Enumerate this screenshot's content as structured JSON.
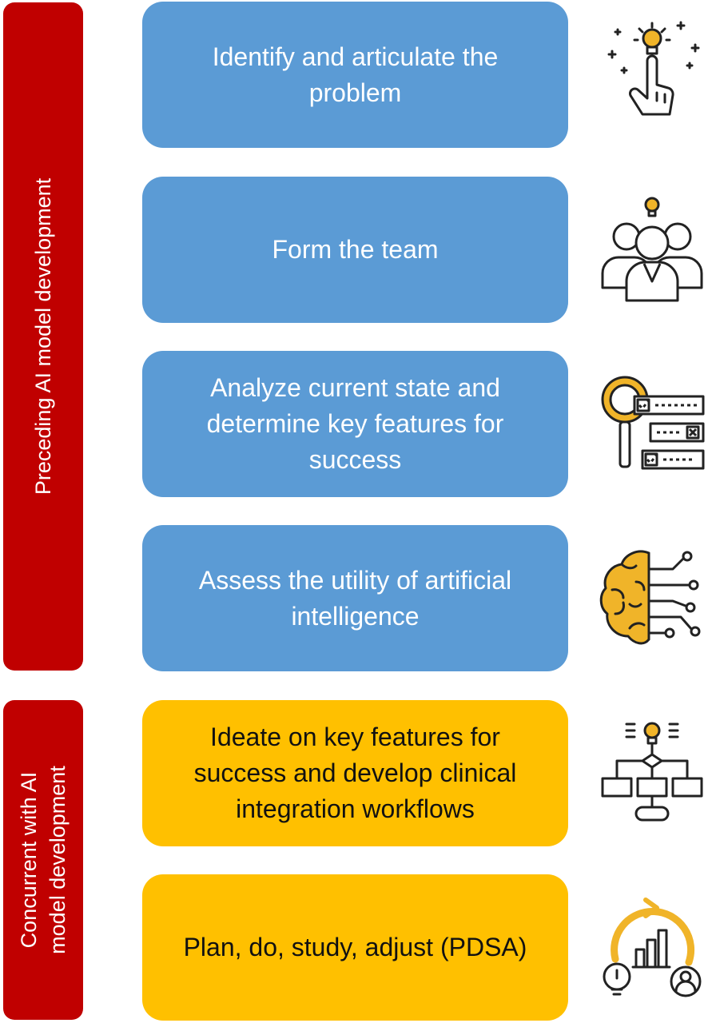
{
  "sidebars": [
    {
      "label": "Preceding AI model development"
    },
    {
      "label_line1": "Concurrent with AI",
      "label_line2": "model development"
    }
  ],
  "steps": [
    {
      "text": "Identify and articulate the problem",
      "icon": "lightbulb-finger-icon"
    },
    {
      "text": "Form the team",
      "icon": "team-icon"
    },
    {
      "text": "Analyze current state and determine key features for success",
      "icon": "magnifier-checklist-icon"
    },
    {
      "text": "Assess the utility of artificial intelligence",
      "icon": "brain-circuit-icon"
    },
    {
      "text": "Ideate on key features for success and develop clinical integration workflows",
      "icon": "workflow-icon"
    },
    {
      "text": "Plan, do, study, adjust (PDSA)",
      "icon": "pdsa-cycle-icon"
    }
  ],
  "colors": {
    "phase_label": "#c00000",
    "blue_step": "#5b9bd5",
    "yellow_step": "#ffc000",
    "icon_accent": "#f0b429",
    "icon_outline": "#222222"
  }
}
